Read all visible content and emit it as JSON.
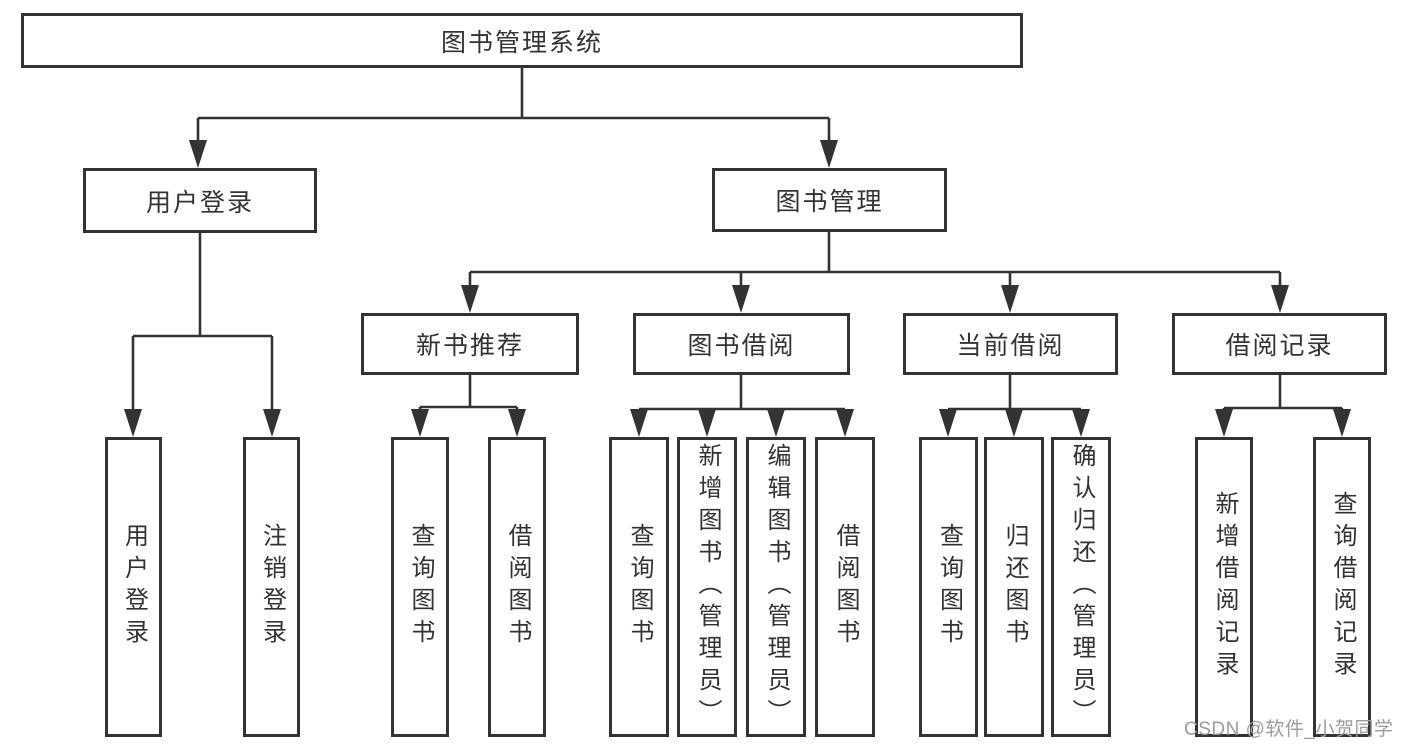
{
  "tree": {
    "root": "图书管理系统",
    "children": [
      {
        "label": "用户登录",
        "children": [
          {
            "label": "用户登录"
          },
          {
            "label": "注销登录"
          }
        ]
      },
      {
        "label": "图书管理",
        "children": [
          {
            "label": "新书推荐",
            "children": [
              {
                "label": "查询图书"
              },
              {
                "label": "借阅图书"
              }
            ]
          },
          {
            "label": "图书借阅",
            "children": [
              {
                "label": "查询图书"
              },
              {
                "label": "新增图书（管理员）"
              },
              {
                "label": "编辑图书（管理员）"
              },
              {
                "label": "借阅图书"
              }
            ]
          },
          {
            "label": "当前借阅",
            "children": [
              {
                "label": "查询图书"
              },
              {
                "label": "归还图书"
              },
              {
                "label": "确认归还（管理员）"
              }
            ]
          },
          {
            "label": "借阅记录",
            "children": [
              {
                "label": "新增借阅记录"
              },
              {
                "label": "查询借阅记录"
              }
            ]
          }
        ]
      }
    ]
  },
  "watermark": {
    "text": "CSDN @软件_小贺同学"
  },
  "colors": {
    "line": "#333333",
    "text": "#333333",
    "background": "#ffffff",
    "watermark": "#9c9c9c"
  }
}
